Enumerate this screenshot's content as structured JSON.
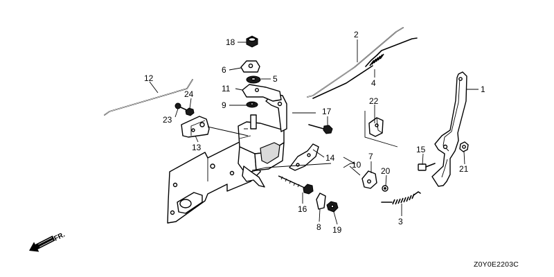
{
  "diagram": {
    "drawing_code": "Z0Y0E2203C",
    "front_marker": "FR.",
    "callouts": {
      "c1": "1",
      "c2": "2",
      "c3": "3",
      "c4": "4",
      "c5": "5",
      "c6": "6",
      "c7": "7",
      "c8": "8",
      "c9": "9",
      "c10": "10",
      "c11": "11",
      "c12": "12",
      "c13": "13",
      "c14": "14",
      "c15": "15",
      "c16": "16",
      "c17": "17",
      "c18": "18",
      "c19": "19",
      "c20": "20",
      "c21": "21",
      "c22": "22",
      "c23": "23",
      "c24": "24"
    }
  }
}
